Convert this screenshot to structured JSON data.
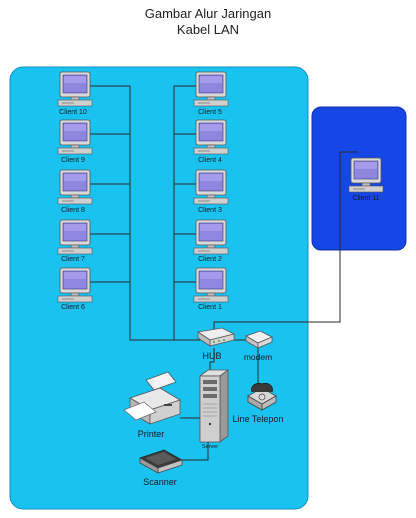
{
  "title": {
    "line1": "Gambar Alur Jaringan",
    "line2": "Kabel LAN"
  },
  "colors": {
    "lan_panel": "#19c2ef",
    "remote_panel": "#1546e6",
    "cable": "#2a2a2a",
    "monitor_screen": "#8f86e0"
  },
  "clients": {
    "c10": "Client 10",
    "c9": "Client 9",
    "c8": "Client 8",
    "c7": "Client 7",
    "c6": "Client 6",
    "c5": "Client 5",
    "c4": "Client 4",
    "c3": "Client 3",
    "c2": "Client 2",
    "c1": "Client 1",
    "c11": "Client 11"
  },
  "devices": {
    "hub": "HUB",
    "modem": "modem",
    "printer": "Printer",
    "server": "Server",
    "phone": "Line Telepon",
    "scanner": "Scanner"
  }
}
